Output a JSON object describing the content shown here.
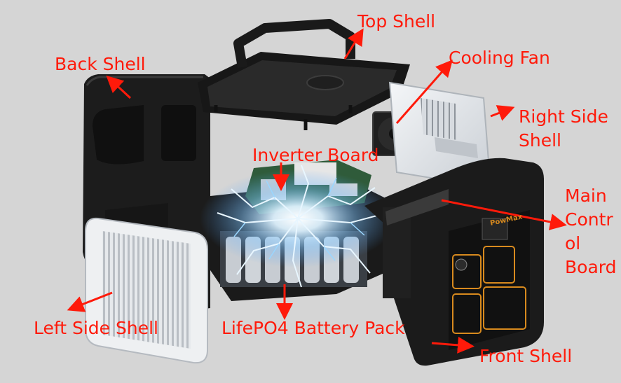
{
  "colors": {
    "background": "#d5d5d5",
    "label_red": "#ff1a0a",
    "shell_black": "#1b1b1b",
    "accent_orange": "#d88a1e",
    "aluminium": "#e9ecef",
    "electric_blue": "#8fd0ff"
  },
  "labels": {
    "top_shell": "Top Shell",
    "back_shell": "Back Shell",
    "cooling_fan": "Cooling Fan",
    "right_side_shell": [
      "Right Side",
      "Shell"
    ],
    "inverter_board": "Inverter Board",
    "main_control_board": [
      "Main",
      "Contr",
      "ol",
      "Board"
    ],
    "left_side_shell": "Left Side Shell",
    "battery_pack": "LifePO4 Battery Pack",
    "front_shell": "Front Shell"
  },
  "brand_mark": "PowMax",
  "icons": [
    "arrow-icon"
  ]
}
